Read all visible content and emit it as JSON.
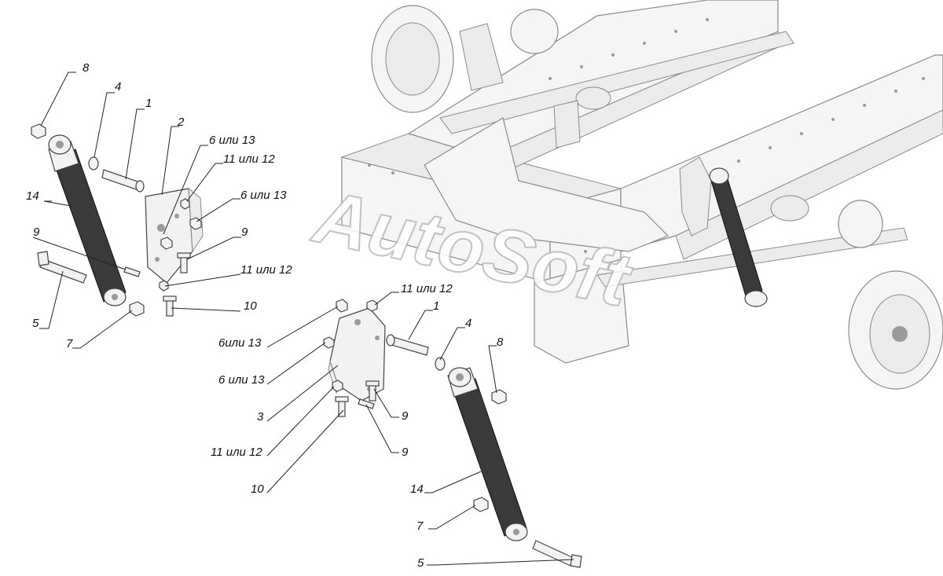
{
  "watermark": "AutoSoft",
  "callouts": [
    {
      "id": "c8a",
      "text": "8"
    },
    {
      "id": "c4a",
      "text": "4"
    },
    {
      "id": "c1a",
      "text": "1"
    },
    {
      "id": "c2",
      "text": "2"
    },
    {
      "id": "c6a",
      "text": "6 или 13"
    },
    {
      "id": "c11a",
      "text": "11 или 12"
    },
    {
      "id": "c6b",
      "text": "6 или 13"
    },
    {
      "id": "c14a",
      "text": "14"
    },
    {
      "id": "c9a",
      "text": "9"
    },
    {
      "id": "c9b",
      "text": "9"
    },
    {
      "id": "c11b",
      "text": "11 или 12"
    },
    {
      "id": "c10a",
      "text": "10"
    },
    {
      "id": "c5a",
      "text": "5"
    },
    {
      "id": "c7a",
      "text": "7"
    },
    {
      "id": "c11c",
      "text": "11 или 12"
    },
    {
      "id": "c1b",
      "text": "1"
    },
    {
      "id": "c4b",
      "text": "4"
    },
    {
      "id": "c6c",
      "text": "6или 13"
    },
    {
      "id": "c6d",
      "text": "6 или 13"
    },
    {
      "id": "c8b",
      "text": "8"
    },
    {
      "id": "c3",
      "text": "3"
    },
    {
      "id": "c9c",
      "text": "9"
    },
    {
      "id": "c11d",
      "text": "11 или 12"
    },
    {
      "id": "c9d",
      "text": "9"
    },
    {
      "id": "c10b",
      "text": "10"
    },
    {
      "id": "c14b",
      "text": "14"
    },
    {
      "id": "c7b",
      "text": "7"
    },
    {
      "id": "c5b",
      "text": "5"
    }
  ]
}
